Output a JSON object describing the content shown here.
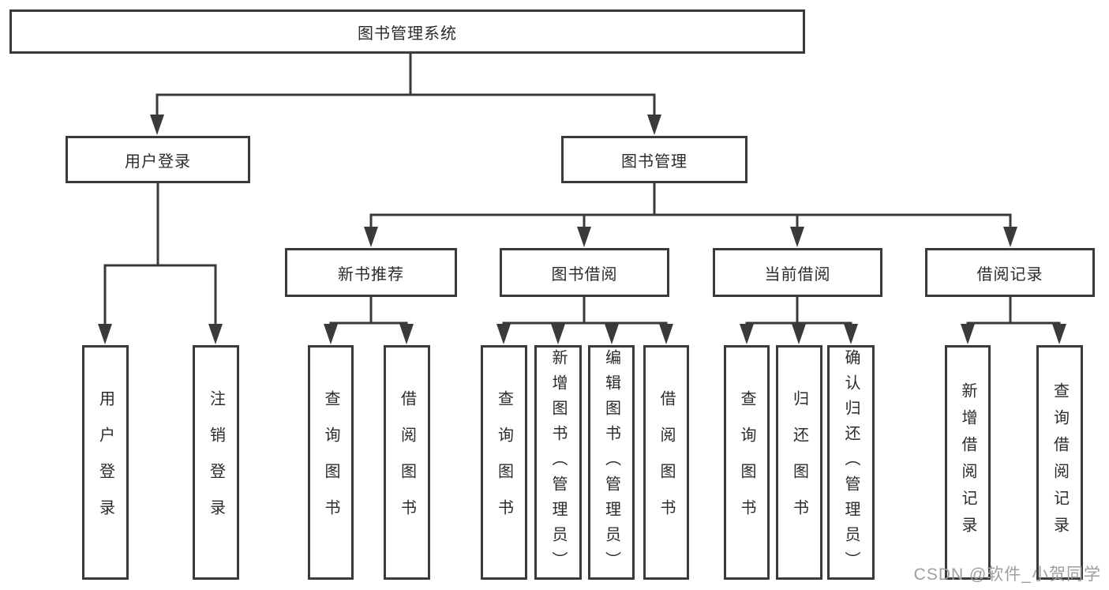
{
  "tree": {
    "root_label": "图书管理系统",
    "branches": [
      {
        "label": "用户登录",
        "children": [
          "用户登录",
          "注销登录"
        ]
      },
      {
        "label": "图书管理",
        "sections": [
          {
            "label": "新书推荐",
            "children": [
              "查询图书",
              "借阅图书"
            ]
          },
          {
            "label": "图书借阅",
            "children": [
              "查询图书",
              "新增图书（管理员）",
              "编辑图书（管理员）",
              "借阅图书"
            ]
          },
          {
            "label": "当前借阅",
            "children": [
              "查询图书",
              "归还图书",
              "确认归还（管理员）"
            ]
          },
          {
            "label": "借阅记录",
            "children": [
              "新增借阅记录",
              "查询借阅记录"
            ]
          }
        ]
      }
    ]
  },
  "watermark": {
    "text": "CSDN @软件_小贺同学"
  },
  "colors": {
    "line": "#3a3a3a",
    "box_border": "#3a3a3a",
    "text": "#2b2b2b",
    "watermark": "#9e9e9e",
    "background": "#ffffff"
  }
}
